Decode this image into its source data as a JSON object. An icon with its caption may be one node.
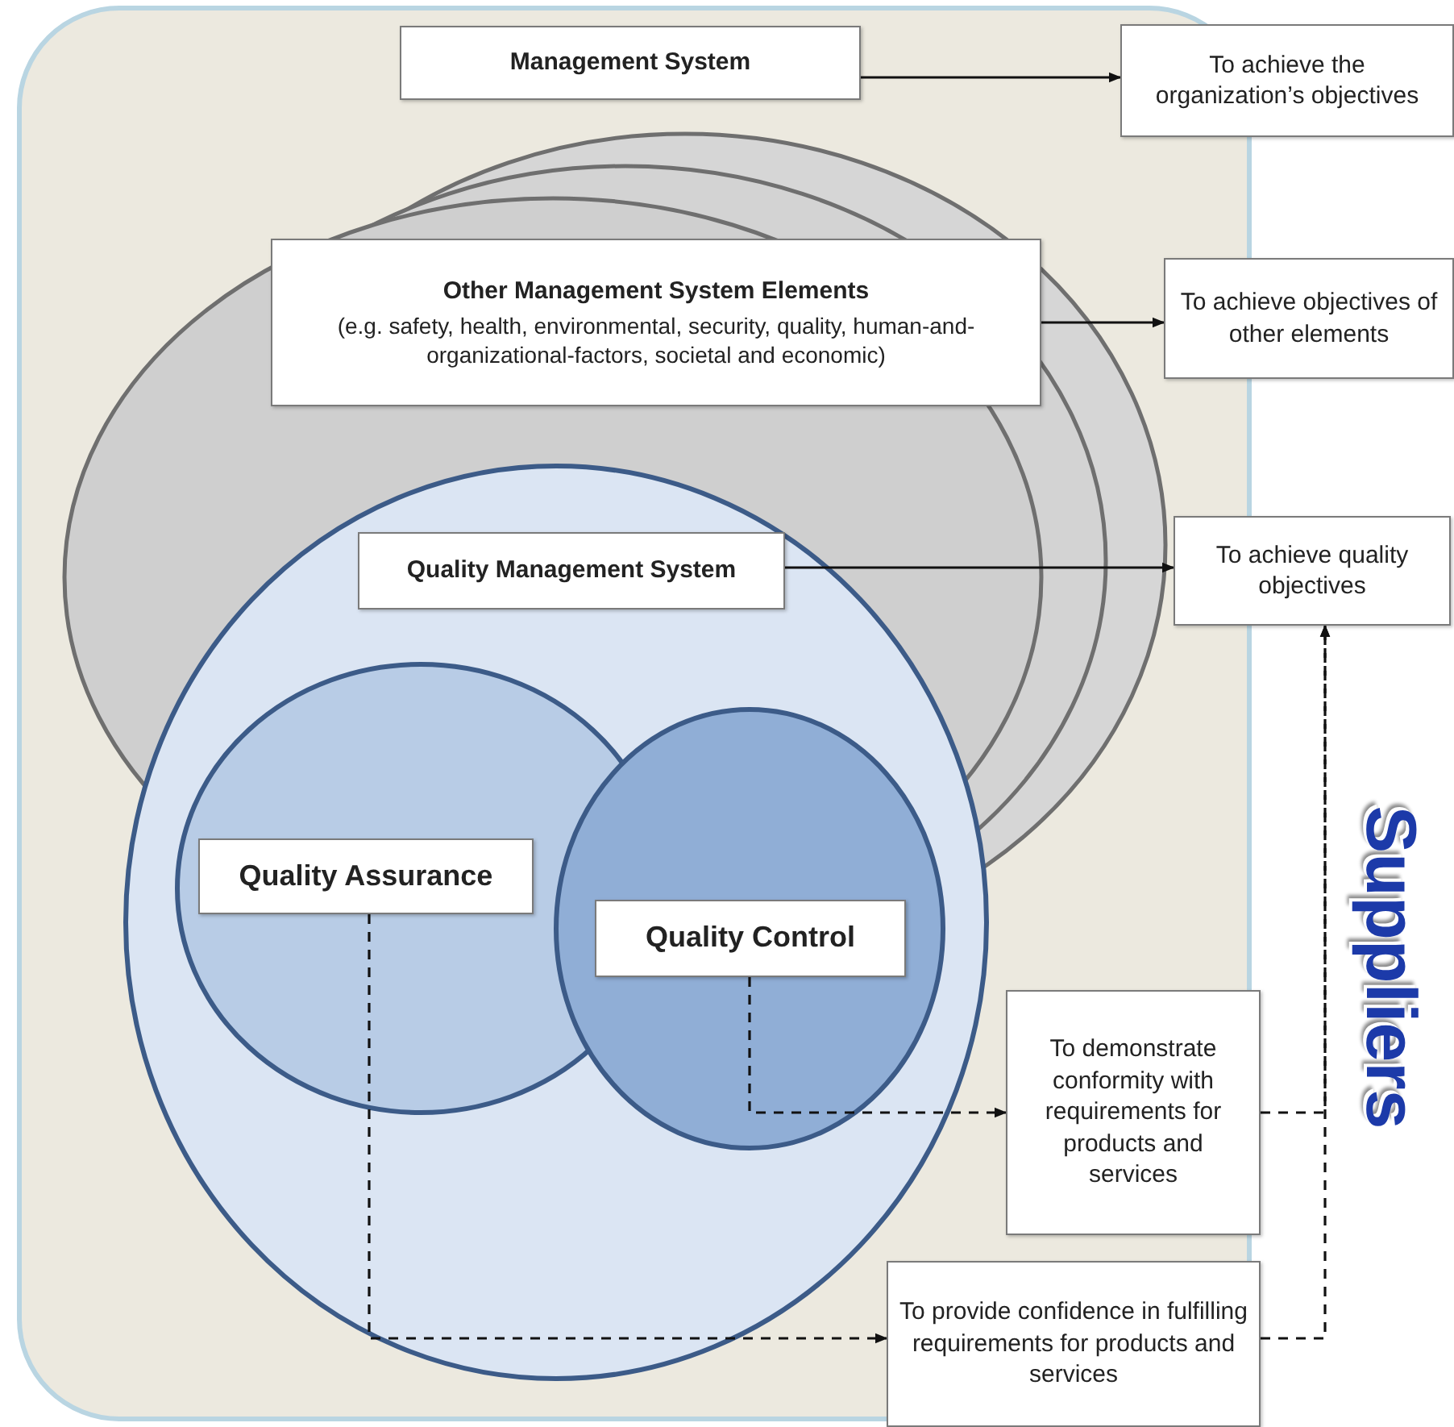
{
  "diagram": {
    "nodes": [
      {
        "text": [
          "Management System"
        ]
      },
      {
        "text": [
          "To achieve the organization’s objectives"
        ]
      },
      {
        "text": [
          "Other Management System Elements",
          "(e.g. safety, health, environmental, security, quality, human-and-organizational-factors, societal and economic)"
        ]
      },
      {
        "text": [
          "To achieve objectives of other elements"
        ]
      },
      {
        "text": [
          "Quality Management System"
        ]
      },
      {
        "text": [
          "To achieve quality objectives"
        ]
      },
      {
        "text": [
          "Quality Assurance"
        ]
      },
      {
        "text": [
          "Quality Control"
        ]
      },
      {
        "text": [
          "To demonstrate conformity with requirements for products and services"
        ]
      },
      {
        "text": [
          "To provide confidence in fulfilling requirements for products and services"
        ]
      }
    ],
    "edges": [
      {
        "from": 0,
        "to": 1,
        "arrow": "to"
      },
      {
        "from": 2,
        "to": 3,
        "arrow": "to"
      },
      {
        "from": 4,
        "to": 5,
        "arrow": "to"
      },
      {
        "from": 7,
        "to": 8,
        "arrow": "to",
        "style": "dashed"
      },
      {
        "from": 6,
        "to": 9,
        "arrow": "to",
        "style": "dashed"
      },
      {
        "from": 8,
        "to": 5,
        "arrow": "to",
        "style": "dashed"
      },
      {
        "from": 9,
        "to": 5,
        "arrow": "to",
        "style": "dashed"
      }
    ],
    "labels": [
      "Suppliers"
    ]
  }
}
